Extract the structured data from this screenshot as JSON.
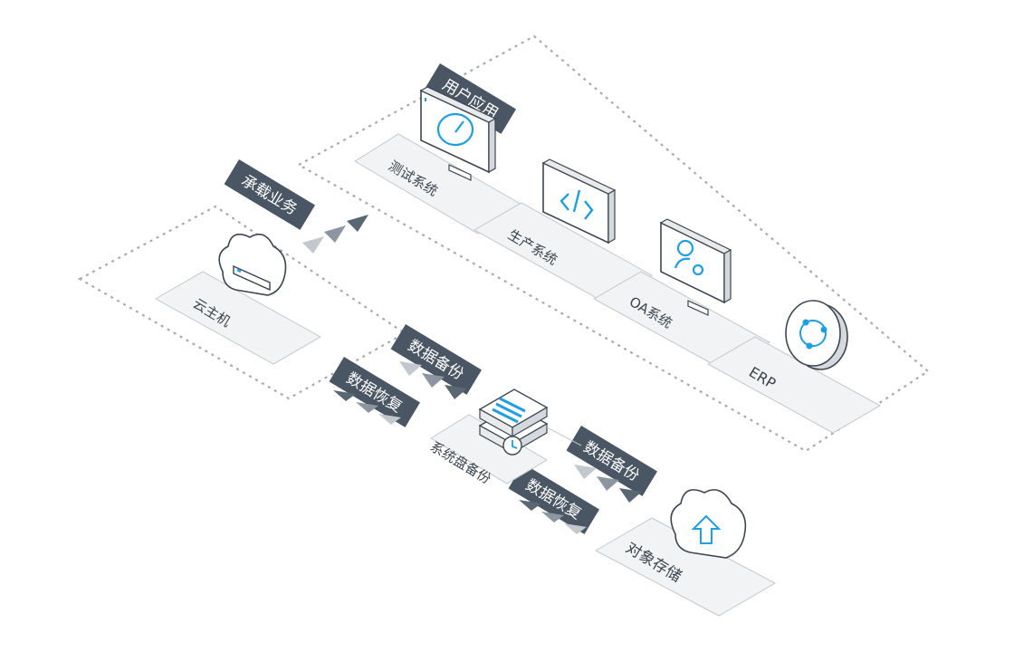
{
  "colors": {
    "accent": "#1e9fe0",
    "tag_dark": "#4a5663",
    "tag_text": "#ffffff",
    "border_dashed": "#9aa0a6",
    "tile_fill": "#f3f3f3",
    "tile_stroke": "#bfc3c8",
    "arrow_dark": "#5b6673",
    "arrow_light": "#b7bec6"
  },
  "labels": {
    "user_app": "用户应用",
    "carry_business": "承载业务",
    "test_system": "测试系统",
    "prod_system": "生产系统",
    "oa_system": "OA系统",
    "erp": "ERP",
    "cloud_host": "云主机",
    "data_backup_1": "数据备份",
    "data_restore_1": "数据恢复",
    "system_disk_backup": "系统盘备份",
    "data_backup_2": "数据备份",
    "data_restore_2": "数据恢复",
    "object_storage": "对象存储"
  },
  "icons": {
    "test_system": "speedometer-monitor-icon",
    "prod_system": "code-monitor-icon",
    "oa_system": "user-settings-monitor-icon",
    "erp": "network-share-disc-icon",
    "cloud_host": "cloud-server-icon",
    "system_disk_backup": "stacked-disk-clock-icon",
    "object_storage": "cloud-upload-icon"
  }
}
